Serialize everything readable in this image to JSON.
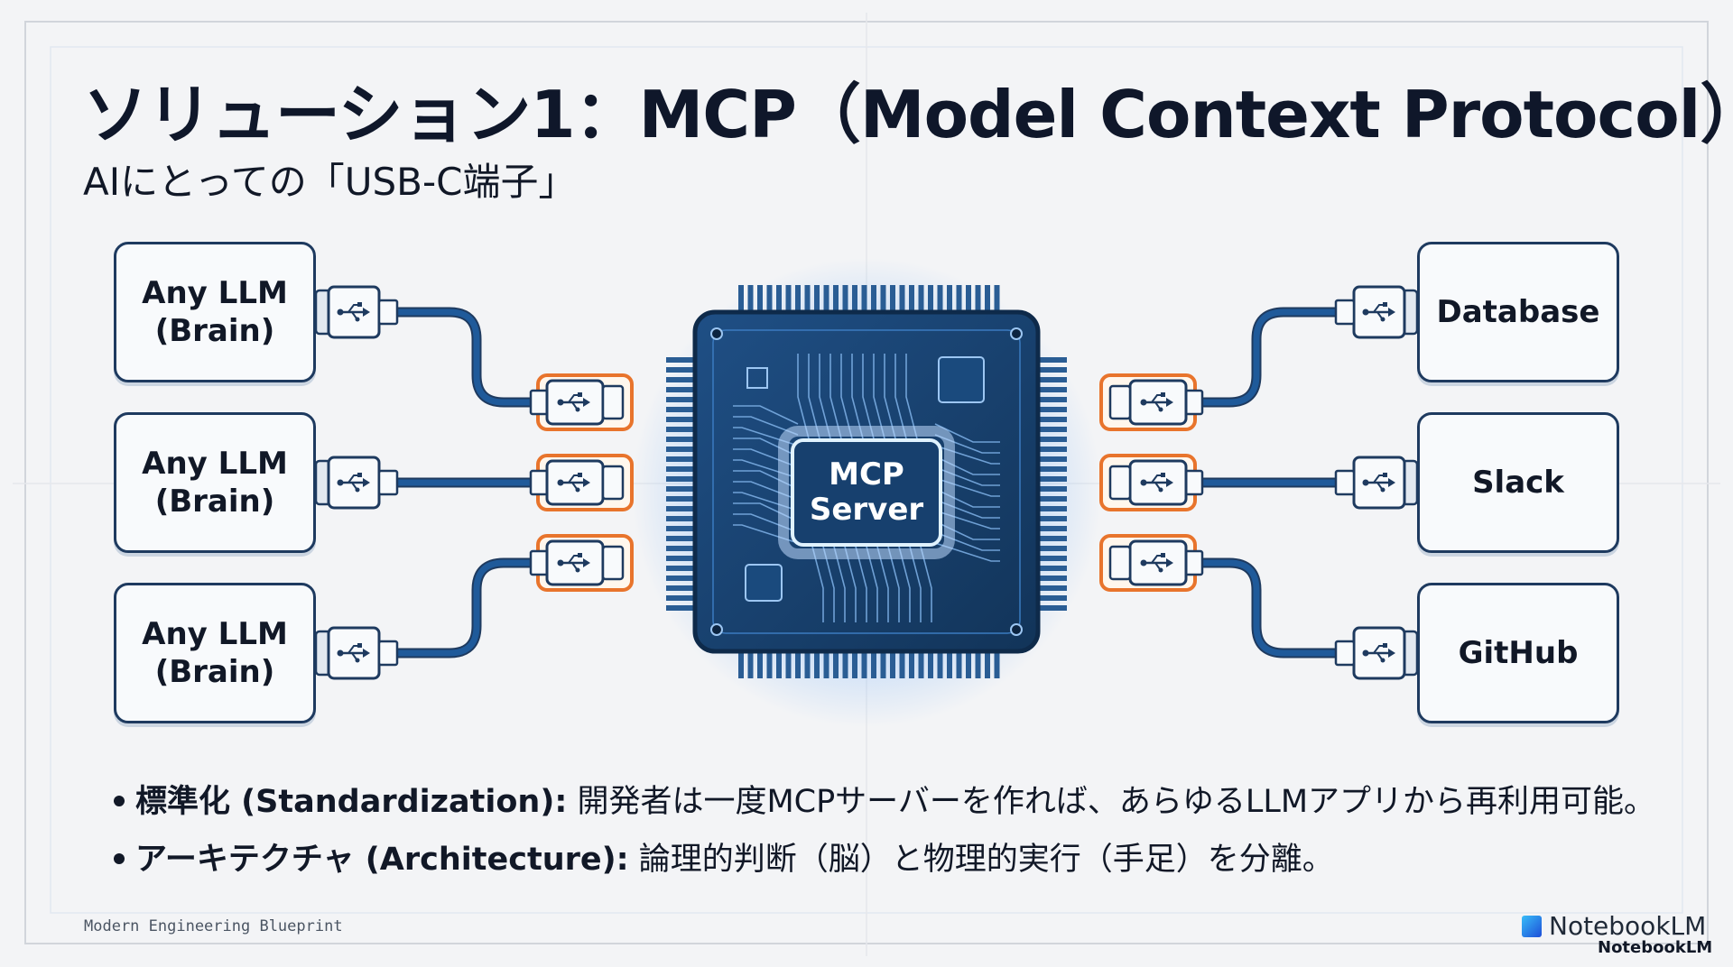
{
  "title": "ソリューション1：MCP（Model Context Protocol）",
  "subtitle": "AIにとっての「USB-C端子」",
  "llm_boxes": [
    "Any LLM\n(Brain)",
    "Any LLM\n(Brain)",
    "Any LLM\n(Brain)"
  ],
  "tool_boxes": [
    "Database",
    "Slack",
    "GitHub"
  ],
  "chip": {
    "label": "MCP\nServer"
  },
  "bullets": [
    {
      "term": "標準化 (Standardization):",
      "text": " 開発者は一度MCPサーバーを作れば、あらゆるLLMアプリから再利用可能。"
    },
    {
      "term": "アーキテクチャ (Architecture):",
      "text": " 論理的判断（脳）と物理的実行（手足）を分離。"
    }
  ],
  "footer": "Modern Engineering Blueprint",
  "brand": {
    "name": "NotebookLM",
    "small": "NotebookLM"
  },
  "icons": {
    "connector": "usb-icon",
    "chip": "processor-chip",
    "brand": "notebooklm-logo"
  },
  "colors": {
    "navy": "#1e3a5f",
    "cable": "#1f5a9a",
    "port_orange": "#e8742c",
    "chip_body": "#17406e",
    "chip_glow": "#60a5fa",
    "background": "#f3f4f6"
  }
}
